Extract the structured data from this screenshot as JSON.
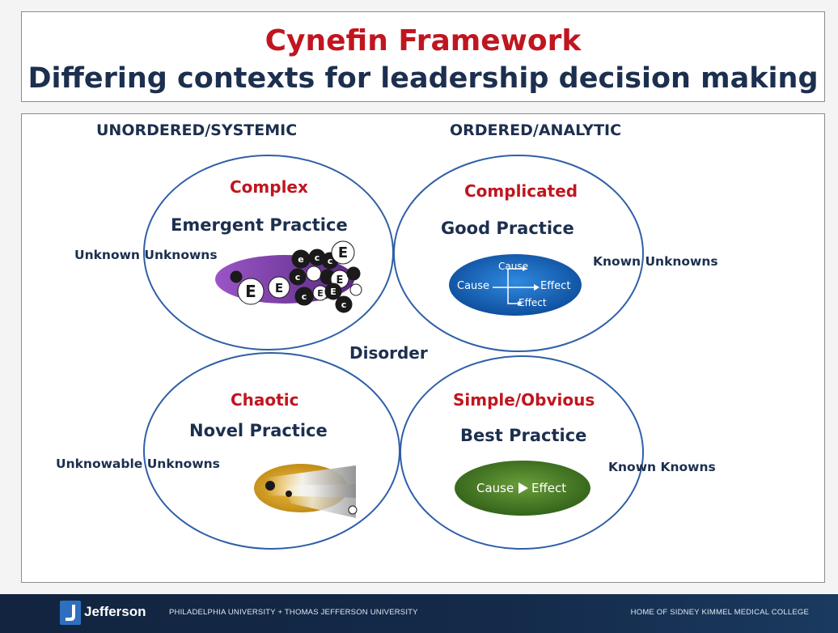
{
  "title": {
    "line1": "Cynefin Framework",
    "line2": "Differing contexts for leadership decision making"
  },
  "headers": {
    "left": "UNORDERED/SYSTEMIC",
    "right": "ORDERED/ANALYTIC"
  },
  "quadrants": {
    "complex": {
      "domain": "Complex",
      "practice": "Emergent Practice",
      "side_label": "Unknown Unknowns"
    },
    "complicated": {
      "domain": "Complicated",
      "practice": "Good Practice",
      "side_label": "Known Unknowns",
      "diagram": {
        "cause_left": "Cause",
        "cause_top": "Cause",
        "effect_right": "Effect",
        "effect_bottom": "Effect"
      }
    },
    "chaotic": {
      "domain": "Chaotic",
      "practice": "Novel Practice",
      "side_label": "Unknowable Unknowns"
    },
    "simple": {
      "domain": "Simple/Obvious",
      "practice": "Best Practice",
      "side_label": "Known Knowns",
      "diagram": {
        "cause": "Cause",
        "effect": "Effect"
      }
    }
  },
  "center_label": "Disorder",
  "footer": {
    "brand": "Jefferson",
    "tagline": "PHILADELPHIA UNIVERSITY + THOMAS JEFFERSON UNIVERSITY",
    "right": "HOME OF SIDNEY KIMMEL MEDICAL COLLEGE"
  },
  "colors": {
    "accent_red": "#c0161f",
    "navy": "#1c2f4f",
    "circle_stroke": "#2f5fa8",
    "complex_blob": "#7a3da0",
    "complicated_blob": "#1560b8",
    "chaotic_blob": "#d6a020",
    "simple_blob": "#4a7d25"
  }
}
